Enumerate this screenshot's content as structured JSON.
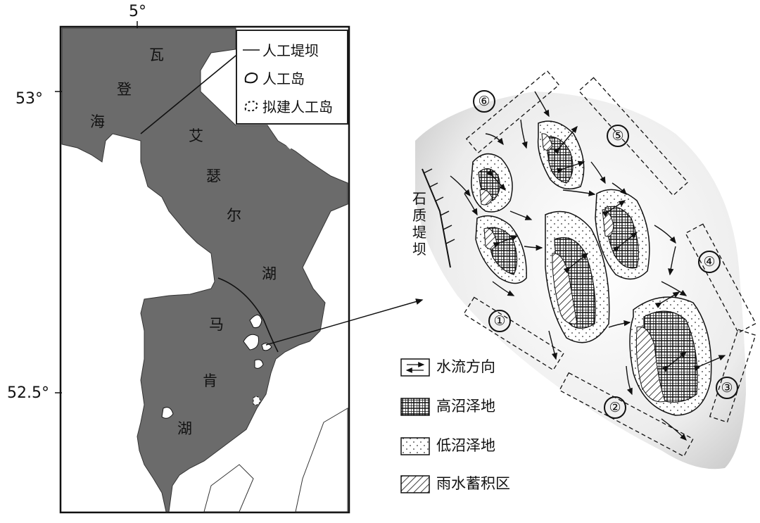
{
  "coords": {
    "lon_5": "5°",
    "lat_53": "53°",
    "lat_52_5": "52.5°"
  },
  "places": {
    "wadden_sea": [
      "瓦",
      "登",
      "海"
    ],
    "ijsselmeer": [
      "艾",
      "瑟",
      "尔",
      "湖"
    ],
    "markermeer": [
      "马",
      "肯",
      "湖"
    ]
  },
  "legend_left": {
    "dam": "人工堤坝",
    "island": "人工岛",
    "planned_island": "拟建人工岛"
  },
  "stone_dam": [
    "石",
    "质",
    "堤",
    "坝"
  ],
  "zones": [
    "①",
    "②",
    "③",
    "④",
    "⑤",
    "⑥"
  ],
  "legend_right": {
    "flow": "水流方向",
    "high_marsh": "高沼泽地",
    "low_marsh": "低沼泽地",
    "rain_area": "雨水蓄积区"
  },
  "colors": {
    "water": "#6b6b6b",
    "land": "#ffffff",
    "outline": "#111111"
  }
}
